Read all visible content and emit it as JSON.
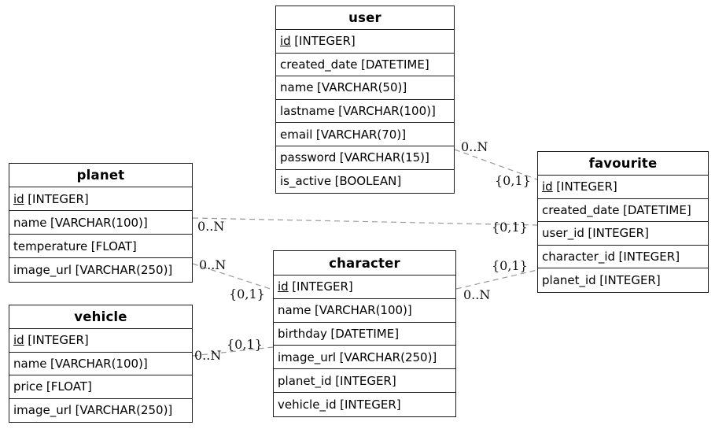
{
  "diagram_type": "entity-relationship-schema",
  "colors": {
    "background": "#ffffff",
    "table_border": "#1c1c1c",
    "text": "#000000",
    "relation_line": "#999999"
  },
  "tables": {
    "user": {
      "title": "user",
      "fields": [
        {
          "name": "id",
          "type": "[INTEGER]",
          "pk": true
        },
        {
          "name": "created_date",
          "type": "[DATETIME]",
          "pk": false
        },
        {
          "name": "name",
          "type": "[VARCHAR(50)]",
          "pk": false
        },
        {
          "name": "lastname",
          "type": "[VARCHAR(100)]",
          "pk": false
        },
        {
          "name": "email",
          "type": "[VARCHAR(70)]",
          "pk": false
        },
        {
          "name": "password",
          "type": "[VARCHAR(15)]",
          "pk": false
        },
        {
          "name": "is_active",
          "type": "[BOOLEAN]",
          "pk": false
        }
      ]
    },
    "planet": {
      "title": "planet",
      "fields": [
        {
          "name": "id",
          "type": "[INTEGER]",
          "pk": true
        },
        {
          "name": "name",
          "type": "[VARCHAR(100)]",
          "pk": false
        },
        {
          "name": "temperature",
          "type": "[FLOAT]",
          "pk": false
        },
        {
          "name": "image_url",
          "type": "[VARCHAR(250)]",
          "pk": false
        }
      ]
    },
    "vehicle": {
      "title": "vehicle",
      "fields": [
        {
          "name": "id",
          "type": "[INTEGER]",
          "pk": true
        },
        {
          "name": "name",
          "type": "[VARCHAR(100)]",
          "pk": false
        },
        {
          "name": "price",
          "type": "[FLOAT]",
          "pk": false
        },
        {
          "name": "image_url",
          "type": "[VARCHAR(250)]",
          "pk": false
        }
      ]
    },
    "character": {
      "title": "character",
      "fields": [
        {
          "name": "id",
          "type": "[INTEGER]",
          "pk": true
        },
        {
          "name": "name",
          "type": "[VARCHAR(100)]",
          "pk": false
        },
        {
          "name": "birthday",
          "type": "[DATETIME]",
          "pk": false
        },
        {
          "name": "image_url",
          "type": "[VARCHAR(250)]",
          "pk": false
        },
        {
          "name": "planet_id",
          "type": "[INTEGER]",
          "pk": false
        },
        {
          "name": "vehicle_id",
          "type": "[INTEGER]",
          "pk": false
        }
      ]
    },
    "favourite": {
      "title": "favourite",
      "fields": [
        {
          "name": "id",
          "type": "[INTEGER]",
          "pk": true
        },
        {
          "name": "created_date",
          "type": "[DATETIME]",
          "pk": false
        },
        {
          "name": "user_id",
          "type": "[INTEGER]",
          "pk": false
        },
        {
          "name": "character_id",
          "type": "[INTEGER]",
          "pk": false
        },
        {
          "name": "planet_id",
          "type": "[INTEGER]",
          "pk": false
        }
      ]
    }
  },
  "relationships": [
    {
      "source": "user",
      "target": "favourite",
      "source_label": "0..N",
      "target_label": "{0,1}"
    },
    {
      "source": "planet",
      "target": "favourite",
      "source_label": "0..N",
      "target_label": "{0,1}"
    },
    {
      "source": "planet",
      "target": "character",
      "source_label": "0..N",
      "target_label": "{0,1}"
    },
    {
      "source": "vehicle",
      "target": "character",
      "source_label": "0..N",
      "target_label": "{0,1}"
    },
    {
      "source": "character",
      "target": "favourite",
      "source_label": "0..N",
      "target_label": "{0,1}"
    }
  ]
}
